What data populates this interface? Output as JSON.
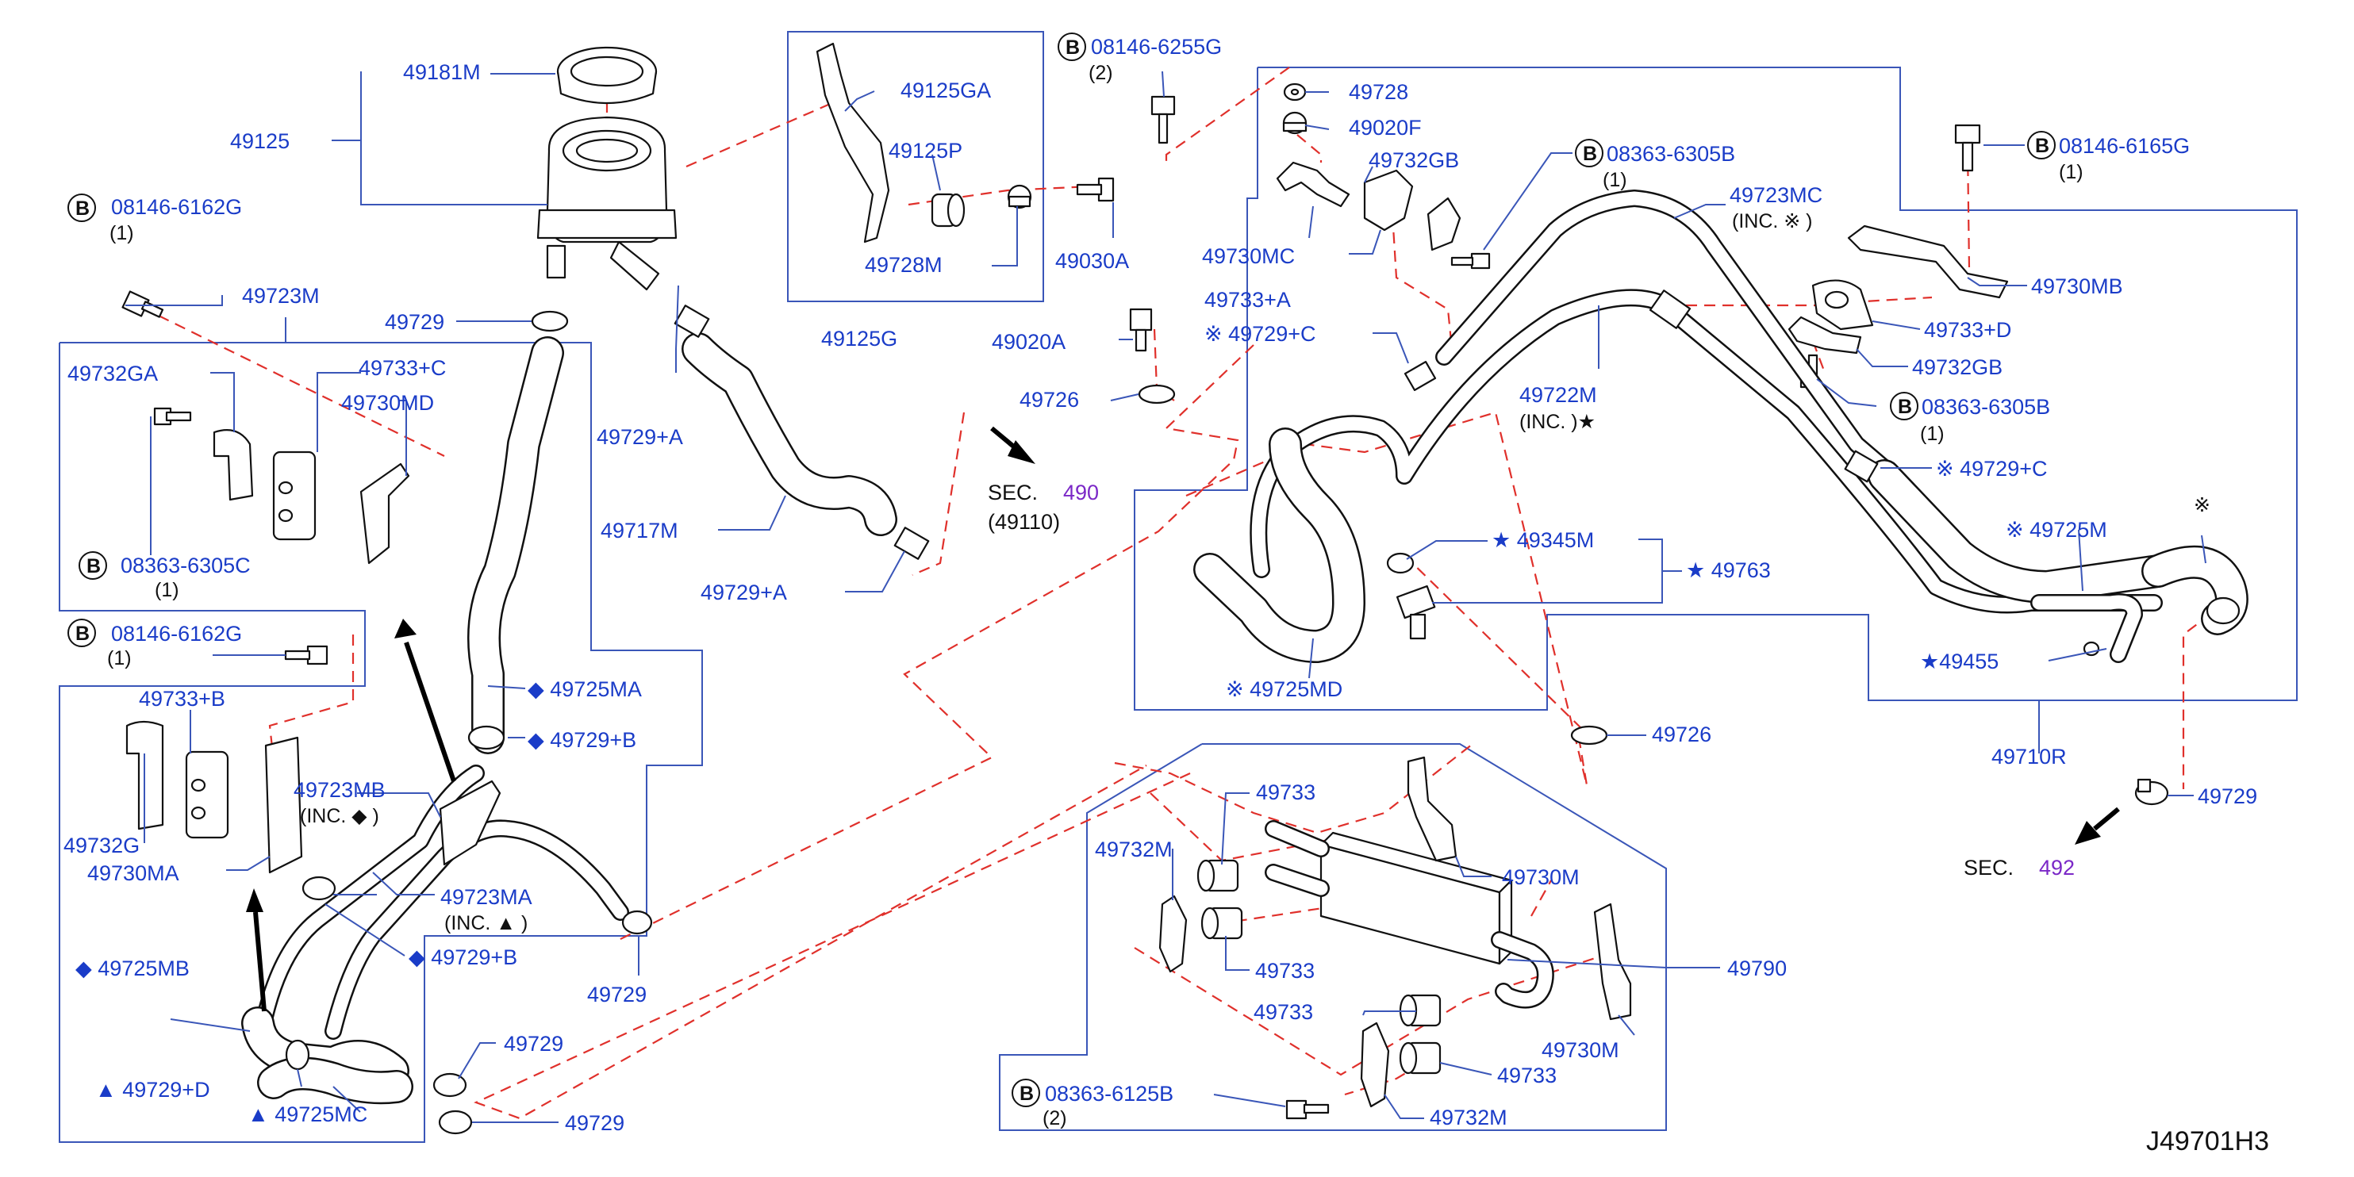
{
  "labels": {
    "p49181M": "49181M",
    "p49125": "49125",
    "p49729_top": "49729",
    "p49125GA": "49125GA",
    "p49125P": "49125P",
    "p49728M": "49728M",
    "p49125G": "49125G",
    "p49030A": "49030A",
    "p08146_6255G": "08146-6255G",
    "q08146_6255G": "(2)",
    "p49728": "49728",
    "p49020F": "49020F",
    "p49732GB_top": "49732GB",
    "p49730MC": "49730MC",
    "p49733A": "49733+A",
    "p49729C_top": "※ 49729+C",
    "p49020A": "49020A",
    "p49726_left": "49726",
    "sec490_a": "SEC.",
    "sec490_b": "490",
    "sec490_c": "(49110)",
    "p08363_6305B_top": "08363-6305B",
    "q08363_6305B_top": "(1)",
    "p49723MC": "49723MC",
    "inc49723MC": "(INC.  ※ )",
    "p49722M": "49722M",
    "inc49722M": "(INC.     )★",
    "p08146_6165G": "08146-6165G",
    "q08146_6165G": "(1)",
    "p49730MB": "49730MB",
    "p49733D": "49733+D",
    "p49732GB_right": "49732GB",
    "p08363_6305B_right": "08363-6305B",
    "q08363_6305B_right": "(1)",
    "p49729C_right": "※ 49729+C",
    "p49725M": "※ 49725M",
    "kome_mark": "※",
    "p49345M": "★ 49345M",
    "p49763": "★ 49763",
    "p49455": "★49455",
    "p49725MD": "※ 49725MD",
    "p49726_right": "49726",
    "p49710R": "49710R",
    "p49729_right": "49729",
    "sec492_a": "SEC.",
    "sec492_b": "492",
    "p08146_6162G_a": "08146-6162G",
    "q08146_6162G_a": "(1)",
    "p49723M": "49723M",
    "p49732GA": "49732GA",
    "p49733C": "49733+C",
    "p49730MD": "49730MD",
    "p08363_6305C": "08363-6305C",
    "q08363_6305C": "(1)",
    "p08146_6162G_b": "08146-6162G",
    "q08146_6162G_b": "(1)",
    "p49733B": "49733+B",
    "p49732G": "49732G",
    "p49730MA": "49730MA",
    "p49723MB": "49723MB",
    "inc49723MB": "(INC.  ◆ )",
    "p49725MA": "◆ 49725MA",
    "p49729B_a": "◆ 49729+B",
    "p49723MA": "49723MA",
    "inc49723MA": "(INC.  ▲  )",
    "p49729B_b": "◆ 49729+B",
    "p49725MB": "◆ 49725MB",
    "p49729D": "▲ 49729+D",
    "p49725MC": "▲ 49725MC",
    "p49717M": "49717M",
    "p49729A_a": "49729+A",
    "p49729A_b": "49729+A",
    "p49729_mid": "49729",
    "p49729_low1": "49729",
    "p49729_low2": "49729",
    "p49733_1": "49733",
    "p49732M_a": "49732M",
    "p49730M_a": "49730M",
    "p49733_2": "49733",
    "p49790": "49790",
    "p49733_3": "49733",
    "p49730M_b": "49730M",
    "p49733_4": "49733",
    "p08363_6125B": "08363-6125B",
    "q08363_6125B": "(2)",
    "p49732M_b": "49732M",
    "diagram_code": "J49701H3",
    "bolt_badge": "B"
  },
  "colors": {
    "label": "#1a3cc8",
    "leader": "#3a56b8",
    "dashed_link": "#e0302b",
    "sec_number": "#7b28c7",
    "line": "#111111"
  }
}
